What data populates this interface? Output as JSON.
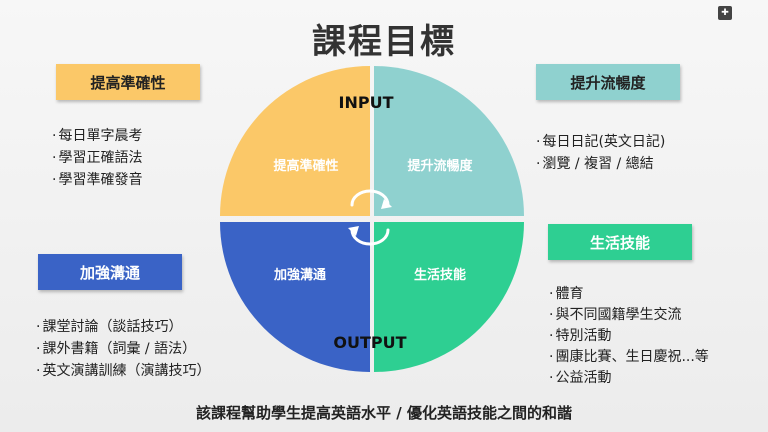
{
  "title": "課程目標",
  "diagram": {
    "input_label": "INPUT",
    "output_label": "OUTPUT",
    "quadrants": [
      {
        "label": "提高準確性",
        "color": "#fbc868"
      },
      {
        "label": "提升流暢度",
        "color": "#8fd1cf"
      },
      {
        "label": "加強溝通",
        "color": "#3a63c6"
      },
      {
        "label": "生活技能",
        "color": "#2ecf92"
      }
    ]
  },
  "boxes": {
    "top_left": {
      "label": "提高準確性",
      "items": [
        "每日單字晨考",
        "學習正確語法",
        "學習準確發音"
      ]
    },
    "top_right": {
      "label": "提升流暢度",
      "items": [
        "每日日記(英文日記)",
        "瀏覽 / 複習 / 總結"
      ]
    },
    "bottom_left": {
      "label": "加強溝通",
      "items": [
        "課堂討論（談話技巧）",
        "課外書籍（詞彙 / 語法）",
        "英文演講訓練（演講技巧）"
      ]
    },
    "bottom_right": {
      "label": "生活技能",
      "items": [
        "體育",
        "與不同國籍學生交流",
        "特別活動",
        "團康比賽、生日慶祝...等",
        "公益活動"
      ]
    }
  },
  "footer": "該課程幫助學生提高英語水平 / 優化英語技能之間的和諧"
}
